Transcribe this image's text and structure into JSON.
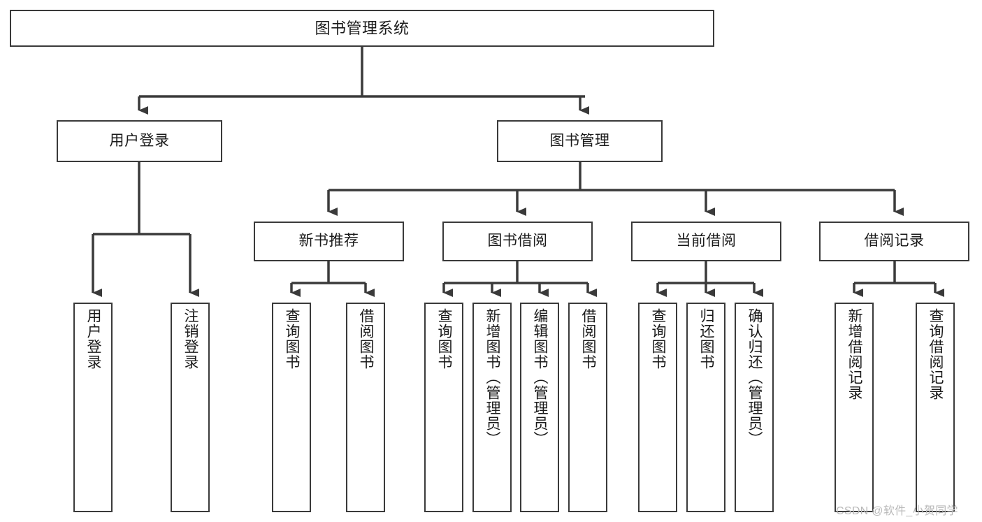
{
  "diagram": {
    "title": "图书管理系统",
    "type": "tree-hierarchy",
    "watermark": "CSDN @软件_小贺同学",
    "colors": {
      "box_border": "#3a3a3a",
      "box_fill": "#ffffff",
      "edge": "#3a3a3a",
      "text": "#1a1a1a",
      "watermark": "#b9b9b9",
      "background": "#ffffff"
    },
    "levels": {
      "root": {
        "label": "图书管理系统"
      },
      "level2": [
        {
          "label": "用户登录"
        },
        {
          "label": "图书管理"
        }
      ],
      "level3": [
        {
          "label": "新书推荐"
        },
        {
          "label": "图书借阅"
        },
        {
          "label": "当前借阅"
        },
        {
          "label": "借阅记录"
        }
      ],
      "leaves": {
        "user_login": [
          {
            "label": "用户登录"
          },
          {
            "label": "注销登录"
          }
        ],
        "new_book_recommend": [
          {
            "label": "查询图书"
          },
          {
            "label": "借阅图书"
          }
        ],
        "book_borrow": [
          {
            "label": "查询图书"
          },
          {
            "label": "新增图书（管理员）"
          },
          {
            "label": "编辑图书（管理员）"
          },
          {
            "label": "借阅图书"
          }
        ],
        "current_borrow": [
          {
            "label": "查询图书"
          },
          {
            "label": "归还图书"
          },
          {
            "label": "确认归还（管理员）"
          }
        ],
        "borrow_records": [
          {
            "label": "新增借阅记录"
          },
          {
            "label": "查询借阅记录"
          }
        ]
      }
    }
  }
}
